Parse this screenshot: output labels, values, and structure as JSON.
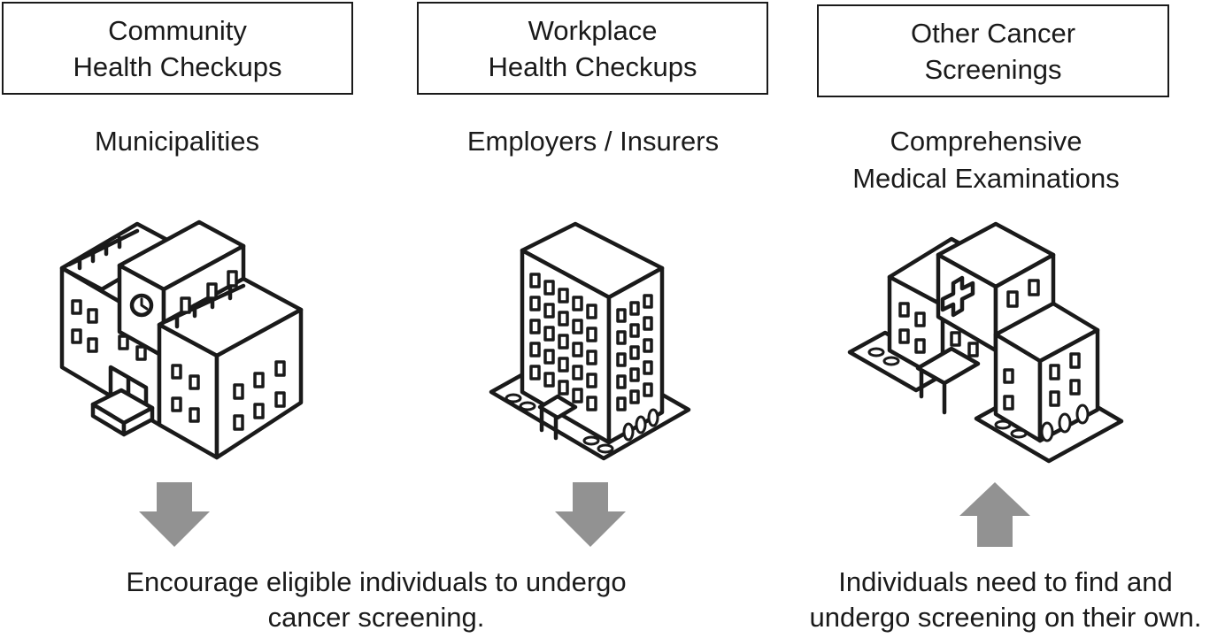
{
  "columns": [
    {
      "id": "community",
      "title_lines": [
        "Community",
        "Health Checkups"
      ],
      "provider_lines": [
        "Municipalities"
      ],
      "building_icon": "municipal-building-icon",
      "arrow_direction": "down"
    },
    {
      "id": "workplace",
      "title_lines": [
        "Workplace",
        "Health Checkups"
      ],
      "provider_lines": [
        "Employers / Insurers"
      ],
      "building_icon": "office-building-icon",
      "arrow_direction": "down"
    },
    {
      "id": "other",
      "title_lines": [
        "Other Cancer",
        "Screenings"
      ],
      "provider_lines": [
        "Comprehensive",
        "Medical Examinations"
      ],
      "building_icon": "hospital-building-icon",
      "arrow_direction": "up"
    }
  ],
  "messages": {
    "encourage_lines": [
      "Encourage eligible individuals to undergo",
      "cancer screening."
    ],
    "self_lines": [
      "Individuals need to find and",
      "undergo screening on their own."
    ]
  },
  "colors": {
    "arrow": "#929292",
    "line": "#1a1a1a",
    "background": "#ffffff"
  }
}
